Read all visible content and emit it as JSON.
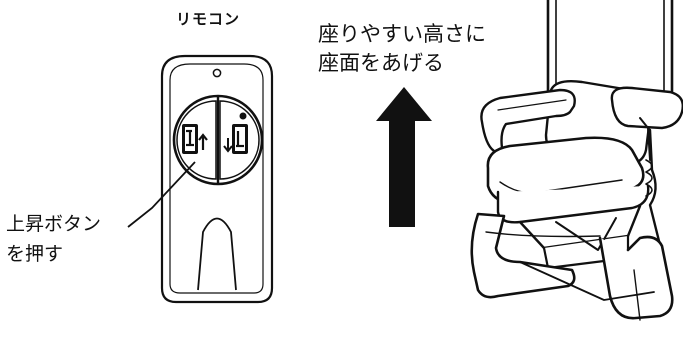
{
  "remote": {
    "title": "リモコン",
    "up_button_icon": "seat-raise-icon",
    "down_button_icon": "seat-lower-icon"
  },
  "callout": {
    "line1": "上昇ボタン",
    "line2": "を押す"
  },
  "caption": {
    "line1": "座りやすい高さに",
    "line2": "座面をあげる"
  },
  "arrow_icon": "arrow-up-icon",
  "chair_icon": "lift-chair-illustration"
}
